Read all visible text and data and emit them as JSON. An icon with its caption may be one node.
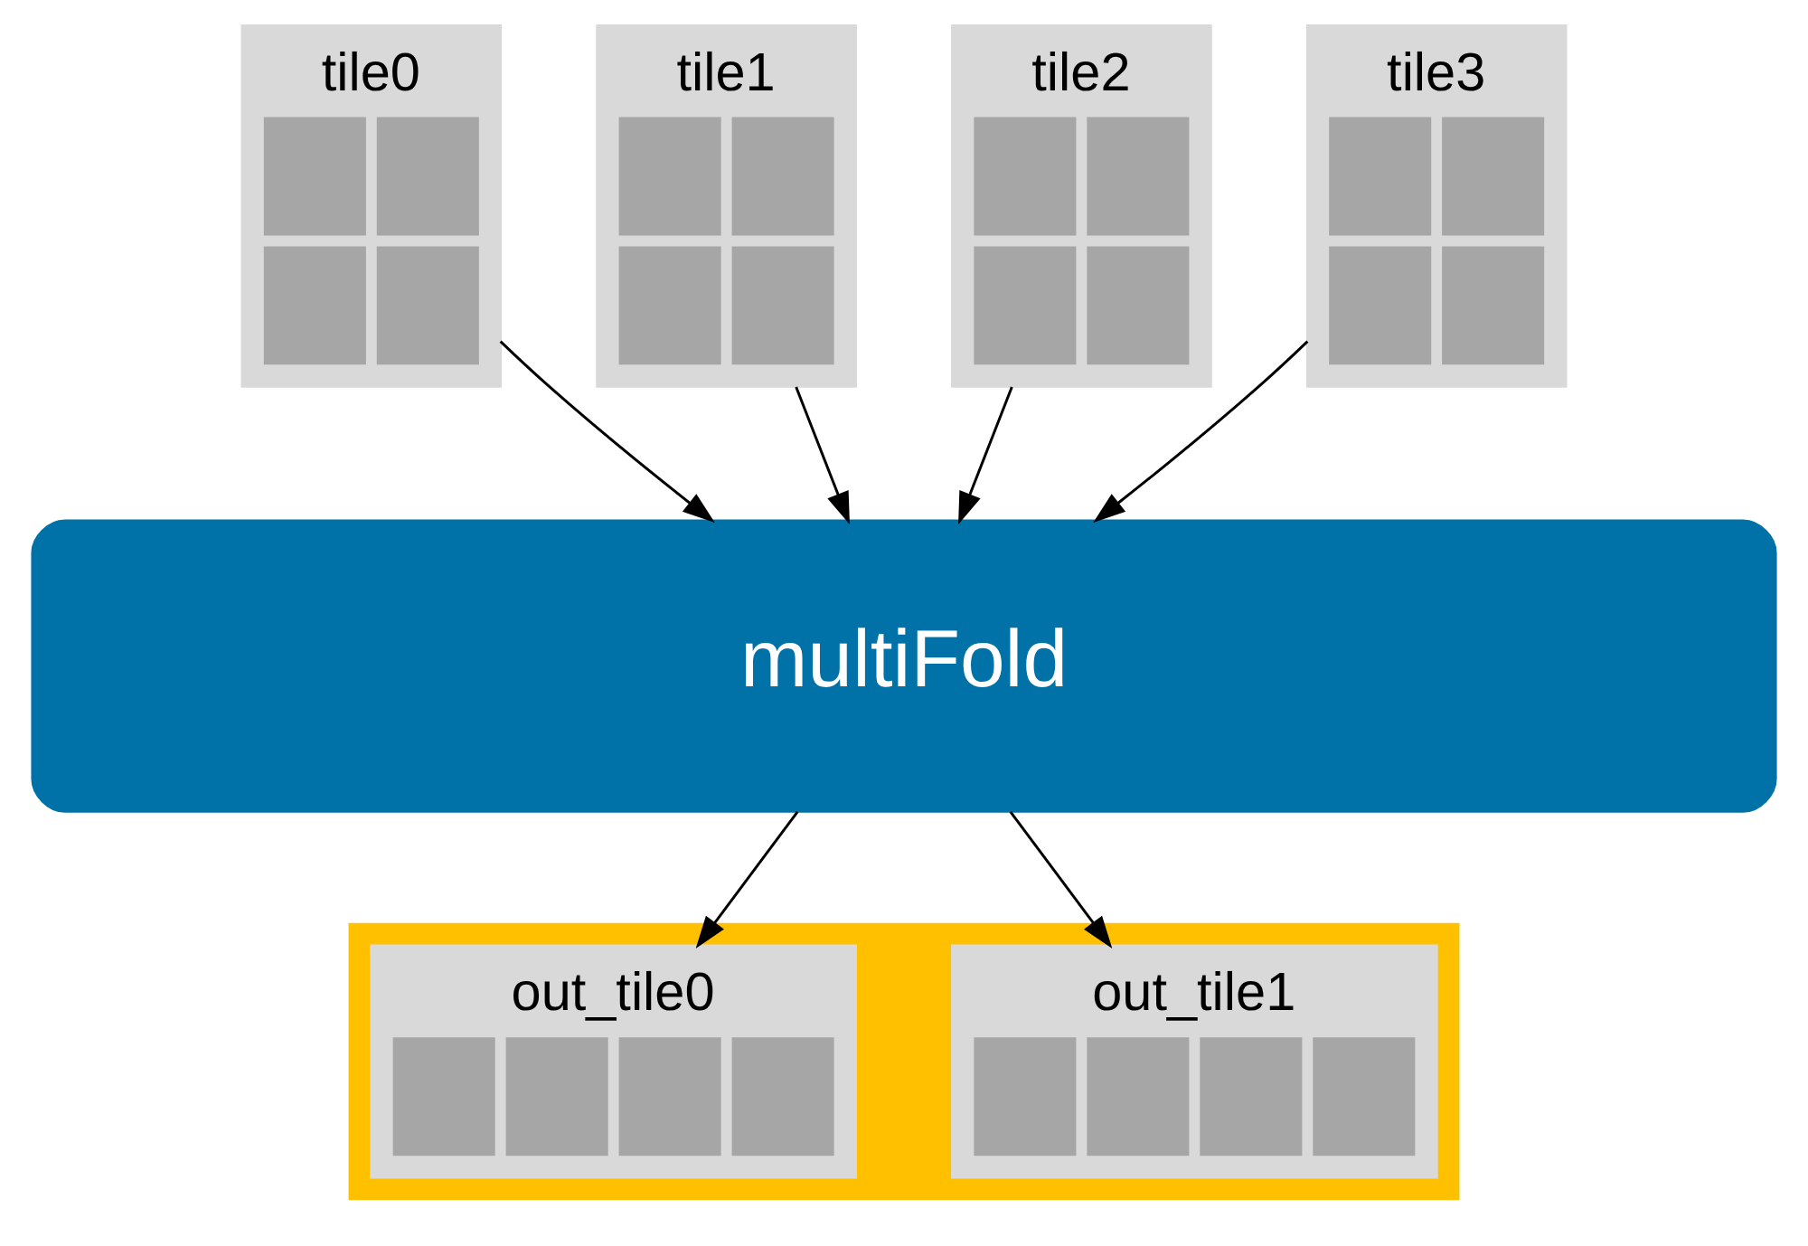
{
  "diagram": {
    "nodes": [
      {
        "text": [
          "tile0"
        ]
      },
      {
        "text": [
          "tile1"
        ]
      },
      {
        "text": [
          "tile2"
        ]
      },
      {
        "text": [
          "tile3"
        ]
      },
      {
        "text": [
          "multiFold"
        ]
      },
      {
        "text": [],
        "shape": "box"
      },
      {
        "text": [
          "out_tile0"
        ],
        "in": 5
      },
      {
        "text": [
          "out_tile1"
        ],
        "in": 5
      }
    ],
    "edges": [
      {
        "from": 0,
        "to": 4,
        "arrow": "to"
      },
      {
        "from": 1,
        "to": 4,
        "arrow": "to"
      },
      {
        "from": 2,
        "to": 4,
        "arrow": "to"
      },
      {
        "from": 3,
        "to": 4,
        "arrow": "to"
      },
      {
        "from": 4,
        "to": 6,
        "arrow": "to"
      },
      {
        "from": 4,
        "to": 7,
        "arrow": "to"
      }
    ]
  }
}
